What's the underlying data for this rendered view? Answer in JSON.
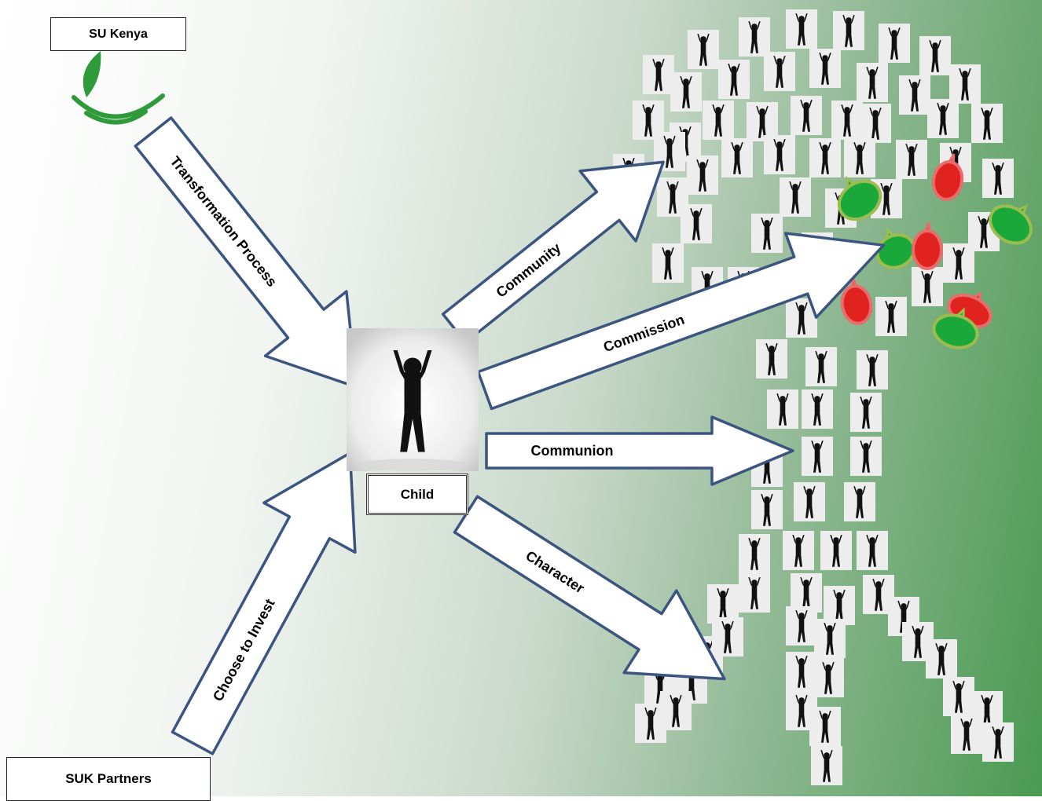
{
  "nodes": {
    "source": "SU Kenya",
    "partners": "SUK Partners",
    "center": "Child"
  },
  "arrows": {
    "transformation": "Transformation Process",
    "invest": "Choose to Invest",
    "community": "Community",
    "commission": "Commission",
    "communion": "Communion",
    "character": "Character"
  },
  "icons": {
    "logo": "leaf-bowl-logo",
    "child": "child-arms-raised-icon",
    "crowd": "person-arms-raised-icon",
    "bubbles": "speech-bubble-icon"
  },
  "colors": {
    "arrow_stroke": "#3b5580",
    "logo_green": "#2f9a3a",
    "bubble_green": "#1aa83a",
    "bubble_red": "#e0231f"
  }
}
